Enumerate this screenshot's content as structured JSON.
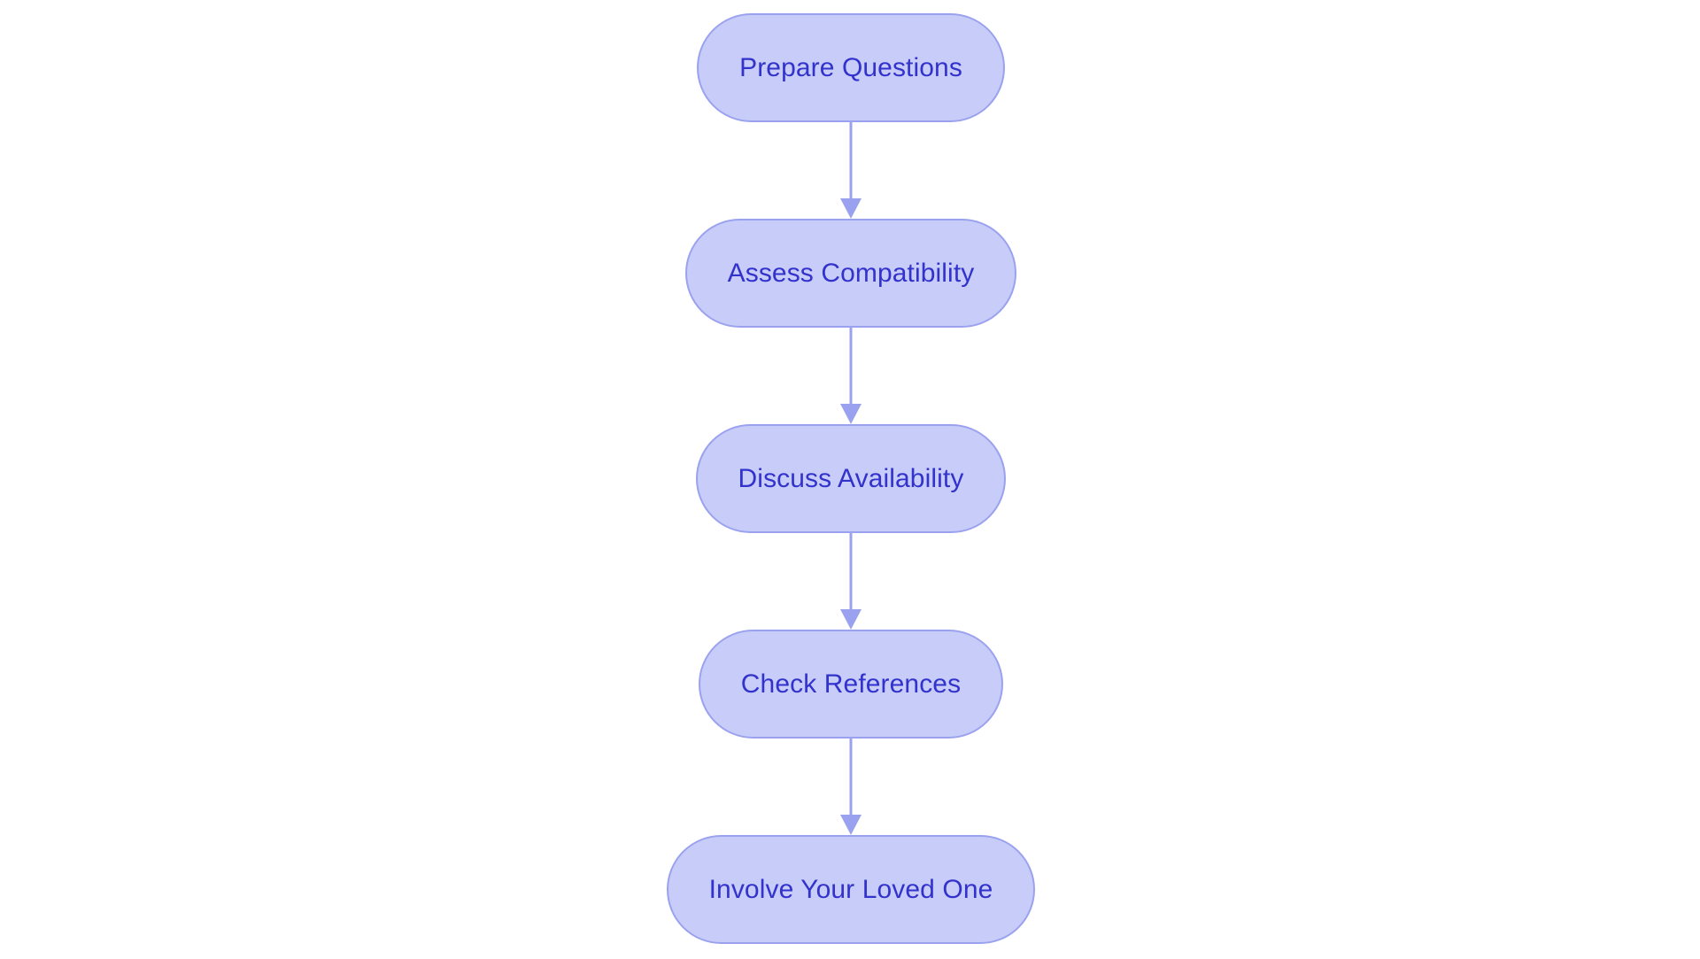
{
  "diagram": {
    "type": "flowchart",
    "orientation": "vertical-top-to-bottom",
    "background_color": "#ffffff",
    "node_fill_color": "#c8ccf8",
    "node_border_color": "#9aa2ef",
    "node_text_color": "#3232cc",
    "connector_color": "#9aa2ef",
    "nodes": [
      {
        "id": "prepare-questions",
        "label": "Prepare Questions",
        "shape": "stadium"
      },
      {
        "id": "assess-compatibility",
        "label": "Assess Compatibility",
        "shape": "stadium"
      },
      {
        "id": "discuss-availability",
        "label": "Discuss Availability",
        "shape": "stadium"
      },
      {
        "id": "check-references",
        "label": "Check References",
        "shape": "stadium"
      },
      {
        "id": "involve-loved-one",
        "label": "Involve Your Loved One",
        "shape": "stadium"
      }
    ],
    "edges": [
      {
        "from": "prepare-questions",
        "to": "assess-compatibility",
        "label": "",
        "arrow": "down"
      },
      {
        "from": "assess-compatibility",
        "to": "discuss-availability",
        "label": "",
        "arrow": "down"
      },
      {
        "from": "discuss-availability",
        "to": "check-references",
        "label": "",
        "arrow": "down"
      },
      {
        "from": "check-references",
        "to": "involve-loved-one",
        "label": "",
        "arrow": "down"
      }
    ]
  }
}
